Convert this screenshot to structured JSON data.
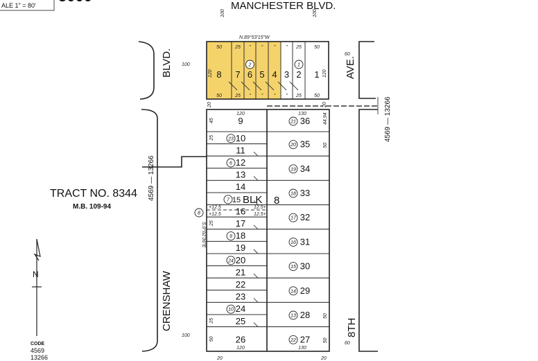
{
  "header": {
    "scale_label": "ALE 1\" = 80'",
    "map_number_partial": "5000"
  },
  "streets": {
    "north": "MANCHESTER BLVD.",
    "west": "CRENSHAW",
    "west_suffix": "BLVD.",
    "east": "8TH",
    "east_suffix": "AVE."
  },
  "tract": {
    "title": "TRACT NO. 8344",
    "book": "M.B. 109-94"
  },
  "north_arrow": {
    "label": "N"
  },
  "code": {
    "label": "CODE",
    "line1": "4569",
    "line2": "13266"
  },
  "boundary_codes": {
    "west": "4569 — 13266",
    "east": "4569 — 13266"
  },
  "bearings": {
    "north": "N.89°53'15\"W",
    "west": "S.0°02'36\"E"
  },
  "block_label": "BLK",
  "block_number": "8",
  "north_block": {
    "highlight_color": "#f5d36b",
    "lots": [
      {
        "lot": "8",
        "highlighted": true,
        "top": "50",
        "bottom": "50",
        "side": "120"
      },
      {
        "lot": "7",
        "highlighted": true,
        "top": "25",
        "bottom": "25"
      },
      {
        "lot": "6",
        "highlighted": true,
        "top": "\"",
        "bottom": "\"",
        "parcel": "2"
      },
      {
        "lot": "5",
        "highlighted": true,
        "top": "\"",
        "bottom": "\""
      },
      {
        "lot": "4",
        "highlighted": true,
        "top": "\"",
        "bottom": "\""
      },
      {
        "lot": "3",
        "highlighted": false,
        "top": "\"",
        "bottom": "\""
      },
      {
        "lot": "2",
        "highlighted": false,
        "top": "25",
        "bottom": "25",
        "parcel": "1"
      },
      {
        "lot": "1",
        "highlighted": false,
        "top": "50",
        "bottom": "50",
        "side": "120"
      }
    ]
  },
  "south_block": {
    "west_lots": [
      {
        "lot": "9",
        "top": "120",
        "side": "45"
      },
      {
        "lot": "10",
        "parcel": "23",
        "side": "25"
      },
      {
        "lot": "11"
      },
      {
        "lot": "12",
        "parcel": "6"
      },
      {
        "lot": "13"
      },
      {
        "lot": "14"
      },
      {
        "lot": "15",
        "parcel": "7"
      },
      {
        "lot": "16",
        "parcel": "8",
        "split": "12.5"
      },
      {
        "lot": "17",
        "side": "25"
      },
      {
        "lot": "18",
        "parcel": "9"
      },
      {
        "lot": "19"
      },
      {
        "lot": "20",
        "parcel": "24"
      },
      {
        "lot": "21"
      },
      {
        "lot": "22"
      },
      {
        "lot": "23"
      },
      {
        "lot": "24",
        "parcel": "10"
      },
      {
        "lot": "25",
        "side": "25"
      },
      {
        "lot": "26",
        "side": "50",
        "bottom": "120"
      }
    ],
    "east_lots": [
      {
        "lot": "36",
        "parcel": "21",
        "top": "130",
        "side": "44.94"
      },
      {
        "lot": "35",
        "parcel": "20",
        "side": "50"
      },
      {
        "lot": "34",
        "parcel": "19"
      },
      {
        "lot": "33",
        "parcel": "18"
      },
      {
        "lot": "32",
        "parcel": "17"
      },
      {
        "lot": "31",
        "parcel": "16"
      },
      {
        "lot": "30",
        "parcel": "15"
      },
      {
        "lot": "29",
        "parcel": "14"
      },
      {
        "lot": "28",
        "parcel": "13",
        "side": "50"
      },
      {
        "lot": "27",
        "parcel": "22",
        "side": "50",
        "bottom": "130"
      }
    ]
  },
  "street_widths": {
    "manchester": "100",
    "crenshaw": "100",
    "eighth": "60",
    "alley": "20"
  }
}
